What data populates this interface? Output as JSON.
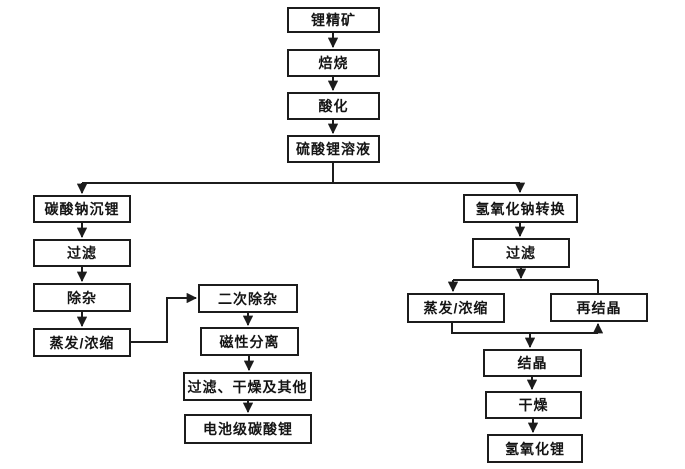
{
  "diagram": {
    "type": "flowchart",
    "subject": "lithium-processing-flow",
    "nodes": {
      "ore": {
        "label": "锂精矿"
      },
      "roasting": {
        "label": "焙烧"
      },
      "acidification": {
        "label": "酸化"
      },
      "lithium_sulfate_solution": {
        "label": "硫酸锂溶液"
      },
      "sodium_carbonate_precipitation": {
        "label": "碳酸钠沉锂"
      },
      "filtration_left": {
        "label": "过滤"
      },
      "impurity_removal": {
        "label": "除杂"
      },
      "evaporation_left": {
        "label": "蒸发/浓缩"
      },
      "secondary_impurity_removal": {
        "label": "二次除杂"
      },
      "magnetic_separation": {
        "label": "磁性分离"
      },
      "filtration_drying_other": {
        "label": "过滤、干燥及其他"
      },
      "battery_grade_lithium_carbonate": {
        "label": "电池级碳酸锂"
      },
      "sodium_hydroxide_conversion": {
        "label": "氢氧化钠转换"
      },
      "filtration_right": {
        "label": "过滤"
      },
      "evaporation_right": {
        "label": "蒸发/浓缩"
      },
      "recrystallization": {
        "label": "再结晶"
      },
      "crystallization": {
        "label": "结晶"
      },
      "drying": {
        "label": "干燥"
      },
      "lithium_hydroxide": {
        "label": "氢氧化锂"
      }
    },
    "edges": [
      {
        "from": "ore",
        "to": "roasting"
      },
      {
        "from": "roasting",
        "to": "acidification"
      },
      {
        "from": "acidification",
        "to": "lithium_sulfate_solution"
      },
      {
        "from": "lithium_sulfate_solution",
        "to": "sodium_carbonate_precipitation"
      },
      {
        "from": "lithium_sulfate_solution",
        "to": "sodium_hydroxide_conversion"
      },
      {
        "from": "sodium_carbonate_precipitation",
        "to": "filtration_left"
      },
      {
        "from": "filtration_left",
        "to": "impurity_removal"
      },
      {
        "from": "impurity_removal",
        "to": "evaporation_left"
      },
      {
        "from": "evaporation_left",
        "to": "secondary_impurity_removal"
      },
      {
        "from": "secondary_impurity_removal",
        "to": "magnetic_separation"
      },
      {
        "from": "magnetic_separation",
        "to": "filtration_drying_other"
      },
      {
        "from": "filtration_drying_other",
        "to": "battery_grade_lithium_carbonate"
      },
      {
        "from": "sodium_hydroxide_conversion",
        "to": "filtration_right"
      },
      {
        "from": "filtration_right",
        "to": "evaporation_right"
      },
      {
        "from": "filtration_right",
        "to": "recrystallization"
      },
      {
        "from": "evaporation_right",
        "to": "crystallization"
      },
      {
        "from": "evaporation_right",
        "to": "recrystallization"
      },
      {
        "from": "crystallization",
        "to": "drying"
      },
      {
        "from": "drying",
        "to": "lithium_hydroxide"
      }
    ],
    "colors": {
      "line": "#1c1c1c",
      "box_border": "#1c1c1c",
      "box_fill": "#ffffff",
      "text": "#141414",
      "background": "#ffffff"
    }
  }
}
